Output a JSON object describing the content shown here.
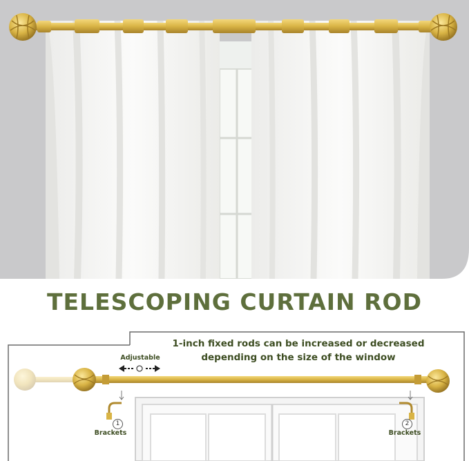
{
  "headline": "TELESCOPING CURTAIN ROD",
  "caption": {
    "line1": "1-inch fixed rods can be increased or decreased",
    "line2": "depending on the size of the window"
  },
  "adjustable_label": "Adjustable",
  "brackets": {
    "left_number": "1",
    "left_label": "Brackets",
    "right_number": "2",
    "right_label": "Brackets"
  },
  "colors": {
    "headline": "#5e6f3c",
    "caption_text": "#3d4d22",
    "gold": "#d9b445",
    "gold_dark": "#a8832a",
    "wall": "#c9c9cb",
    "curtain": "#f4f4f2",
    "outline": "#6a6a6a"
  },
  "icons": {
    "finial": "ornate-ball-finial-icon",
    "bracket": "curtain-bracket-icon",
    "arrows": "double-arrow-icon"
  }
}
